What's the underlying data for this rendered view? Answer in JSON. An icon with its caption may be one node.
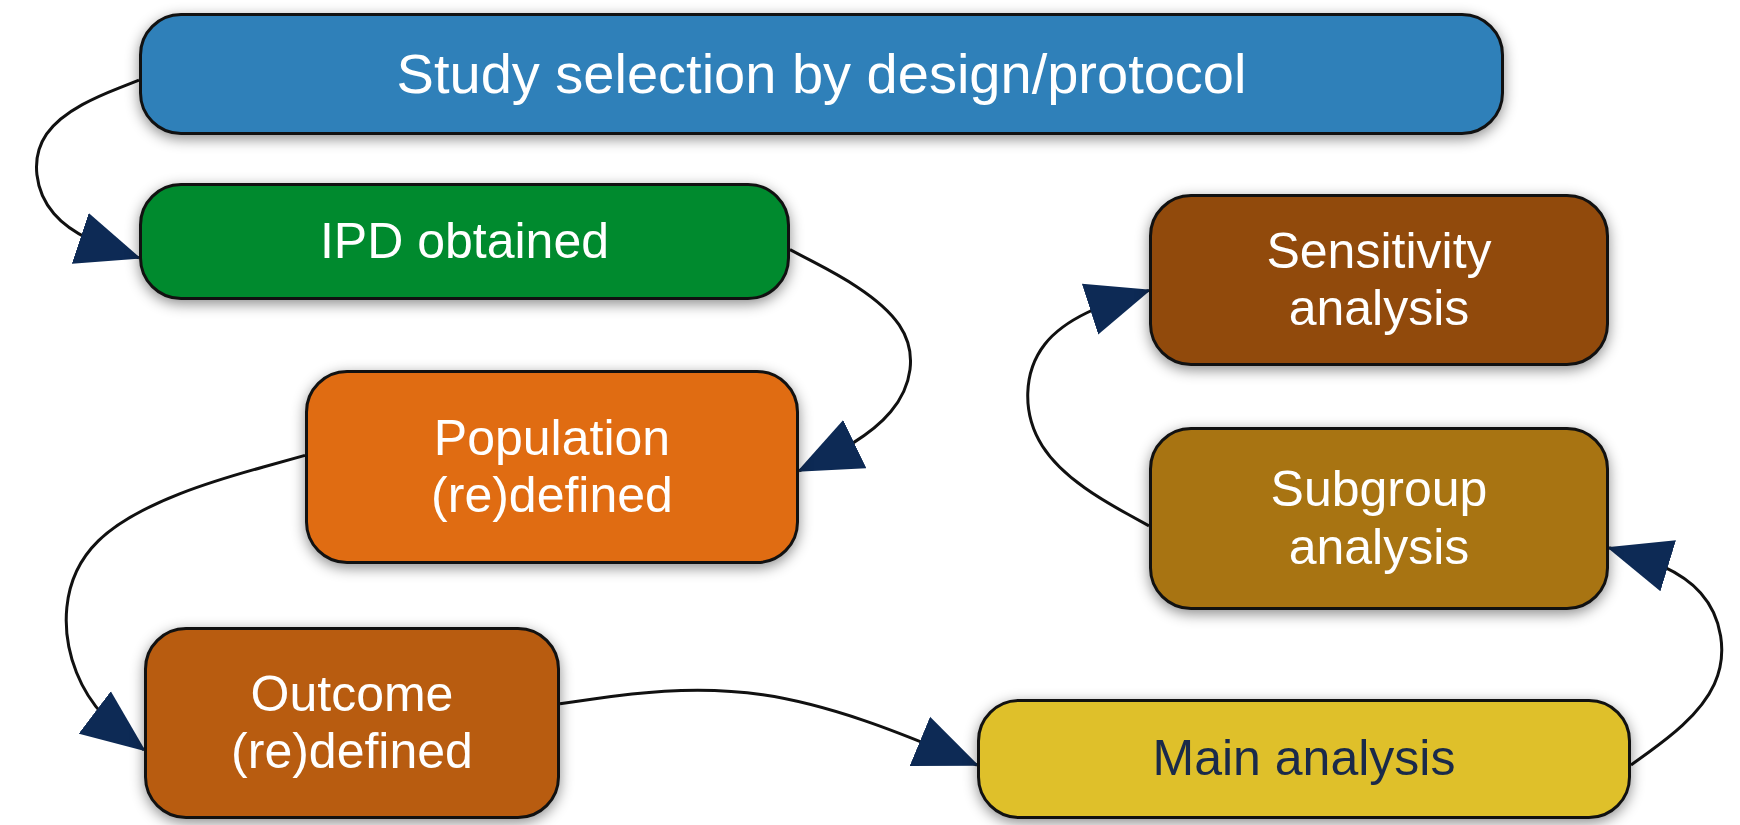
{
  "diagram": {
    "nodes": [
      {
        "text": [
          "Study selection by design/protocol"
        ]
      },
      {
        "text": [
          "IPD obtained"
        ]
      },
      {
        "text": [
          "Sensitivity analysis"
        ]
      },
      {
        "text": [
          "Population (re)defined"
        ]
      },
      {
        "text": [
          "Subgroup analysis"
        ]
      },
      {
        "text": [
          "Outcome (re)defined"
        ]
      },
      {
        "text": [
          "Main analysis"
        ]
      }
    ],
    "edges": [
      {
        "from": 0,
        "to": 1,
        "arrow": "to"
      },
      {
        "from": 1,
        "to": 3,
        "arrow": "to"
      },
      {
        "from": 3,
        "to": 5,
        "arrow": "to"
      },
      {
        "from": 5,
        "to": 6,
        "arrow": "to"
      },
      {
        "from": 6,
        "to": 4,
        "arrow": "to"
      },
      {
        "from": 4,
        "to": 2,
        "arrow": "to"
      }
    ]
  }
}
